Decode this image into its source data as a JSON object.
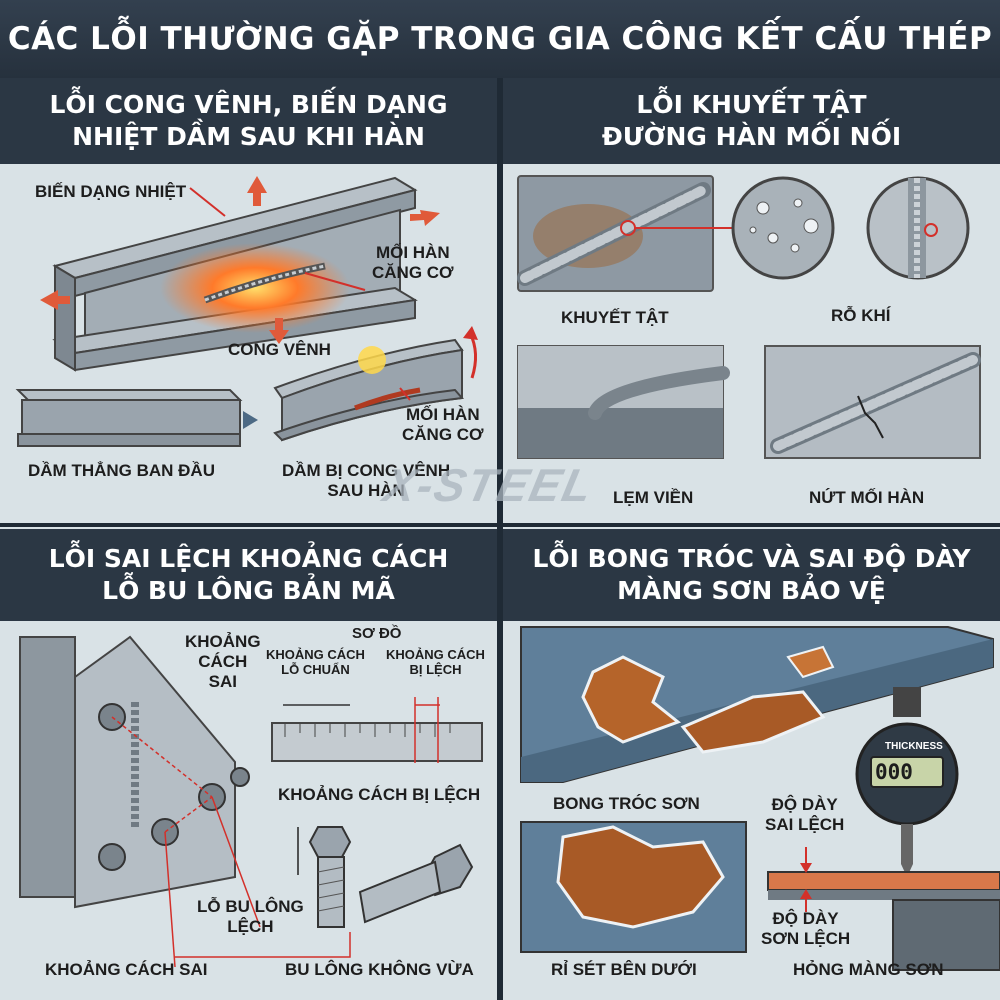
{
  "title": "CÁC LỖI THƯỜNG GẶP TRONG GIA CÔNG KẾT CẤU THÉP",
  "watermark": "X-STEEL",
  "colors": {
    "header": "#2b3744",
    "title": "#26313d",
    "steel": "#9aa4ad",
    "rust": "#b5642a",
    "arrow": "#e05a3a",
    "red": "#d3302a"
  },
  "panels": [
    {
      "heading": [
        "LỖI CONG VÊNH, BIẾN DẠNG",
        "NHIỆT DẦM SAU KHI HÀN"
      ],
      "labels": {
        "thermal": "BIẾN DẠNG NHIỆT",
        "weld_stress": [
          "MỐI HÀN",
          "CĂNG CƠ"
        ],
        "warp": "CONG VÊNH",
        "weld_stress_2": [
          "MỐI HÀN",
          "CĂNG CƠ"
        ],
        "straight": "DẦM THẲNG BAN ĐẦU",
        "warped": [
          "DẦM BỊ CONG VÊNH",
          "SAU HÀN"
        ]
      }
    },
    {
      "heading": [
        "LỖI KHUYẾT TẬT",
        "ĐƯỜNG HÀN MỐI NỐI"
      ],
      "labels": {
        "defect": "KHUYẾT TẬT",
        "porosity": "RỖ KHÍ",
        "undercut": "LẸM VIỀN",
        "crack": "NỨT MỐI HÀN"
      }
    },
    {
      "heading": [
        "LỖI SAI LỆCH KHOẢNG CÁCH",
        "LỖ BU LÔNG BẢN MÃ"
      ],
      "labels": {
        "wrong_spacing": [
          "KHOẢNG",
          "CÁCH",
          "SAI"
        ],
        "diagram": "SƠ ĐỒ",
        "std_spacing": [
          "KHOẢNG CÁCH",
          "LỖ CHUẨN"
        ],
        "dev_spacing": [
          "KHOẢNG CÁCH",
          "BỊ LỆCH"
        ],
        "deviated": "KHOẢNG CÁCH BỊ LỆCH",
        "hole_offset": [
          "LỖ BU LÔNG",
          "LỆCH"
        ],
        "wrong_spacing_2": "KHOẢNG CÁCH SAI",
        "bolt_misfit": "BU LÔNG KHÔNG VỪA"
      }
    },
    {
      "heading": [
        "LỖI BONG TRÓC VÀ SAI ĐỘ DÀY",
        "MÀNG SƠN BẢO VỆ"
      ],
      "labels": {
        "peeling": "BONG TRÓC SƠN",
        "thickness_dev": [
          "ĐỘ DÀY",
          "SAI LỆCH"
        ],
        "gauge_brand": "THICKNESS",
        "gauge_value": "000",
        "paint_dev": [
          "ĐỘ DÀY",
          "SƠN LỆCH"
        ],
        "rust_under": "RỈ SÉT BÊN DƯỚI",
        "film_damage": "HỎNG MÀNG SƠN"
      }
    }
  ]
}
